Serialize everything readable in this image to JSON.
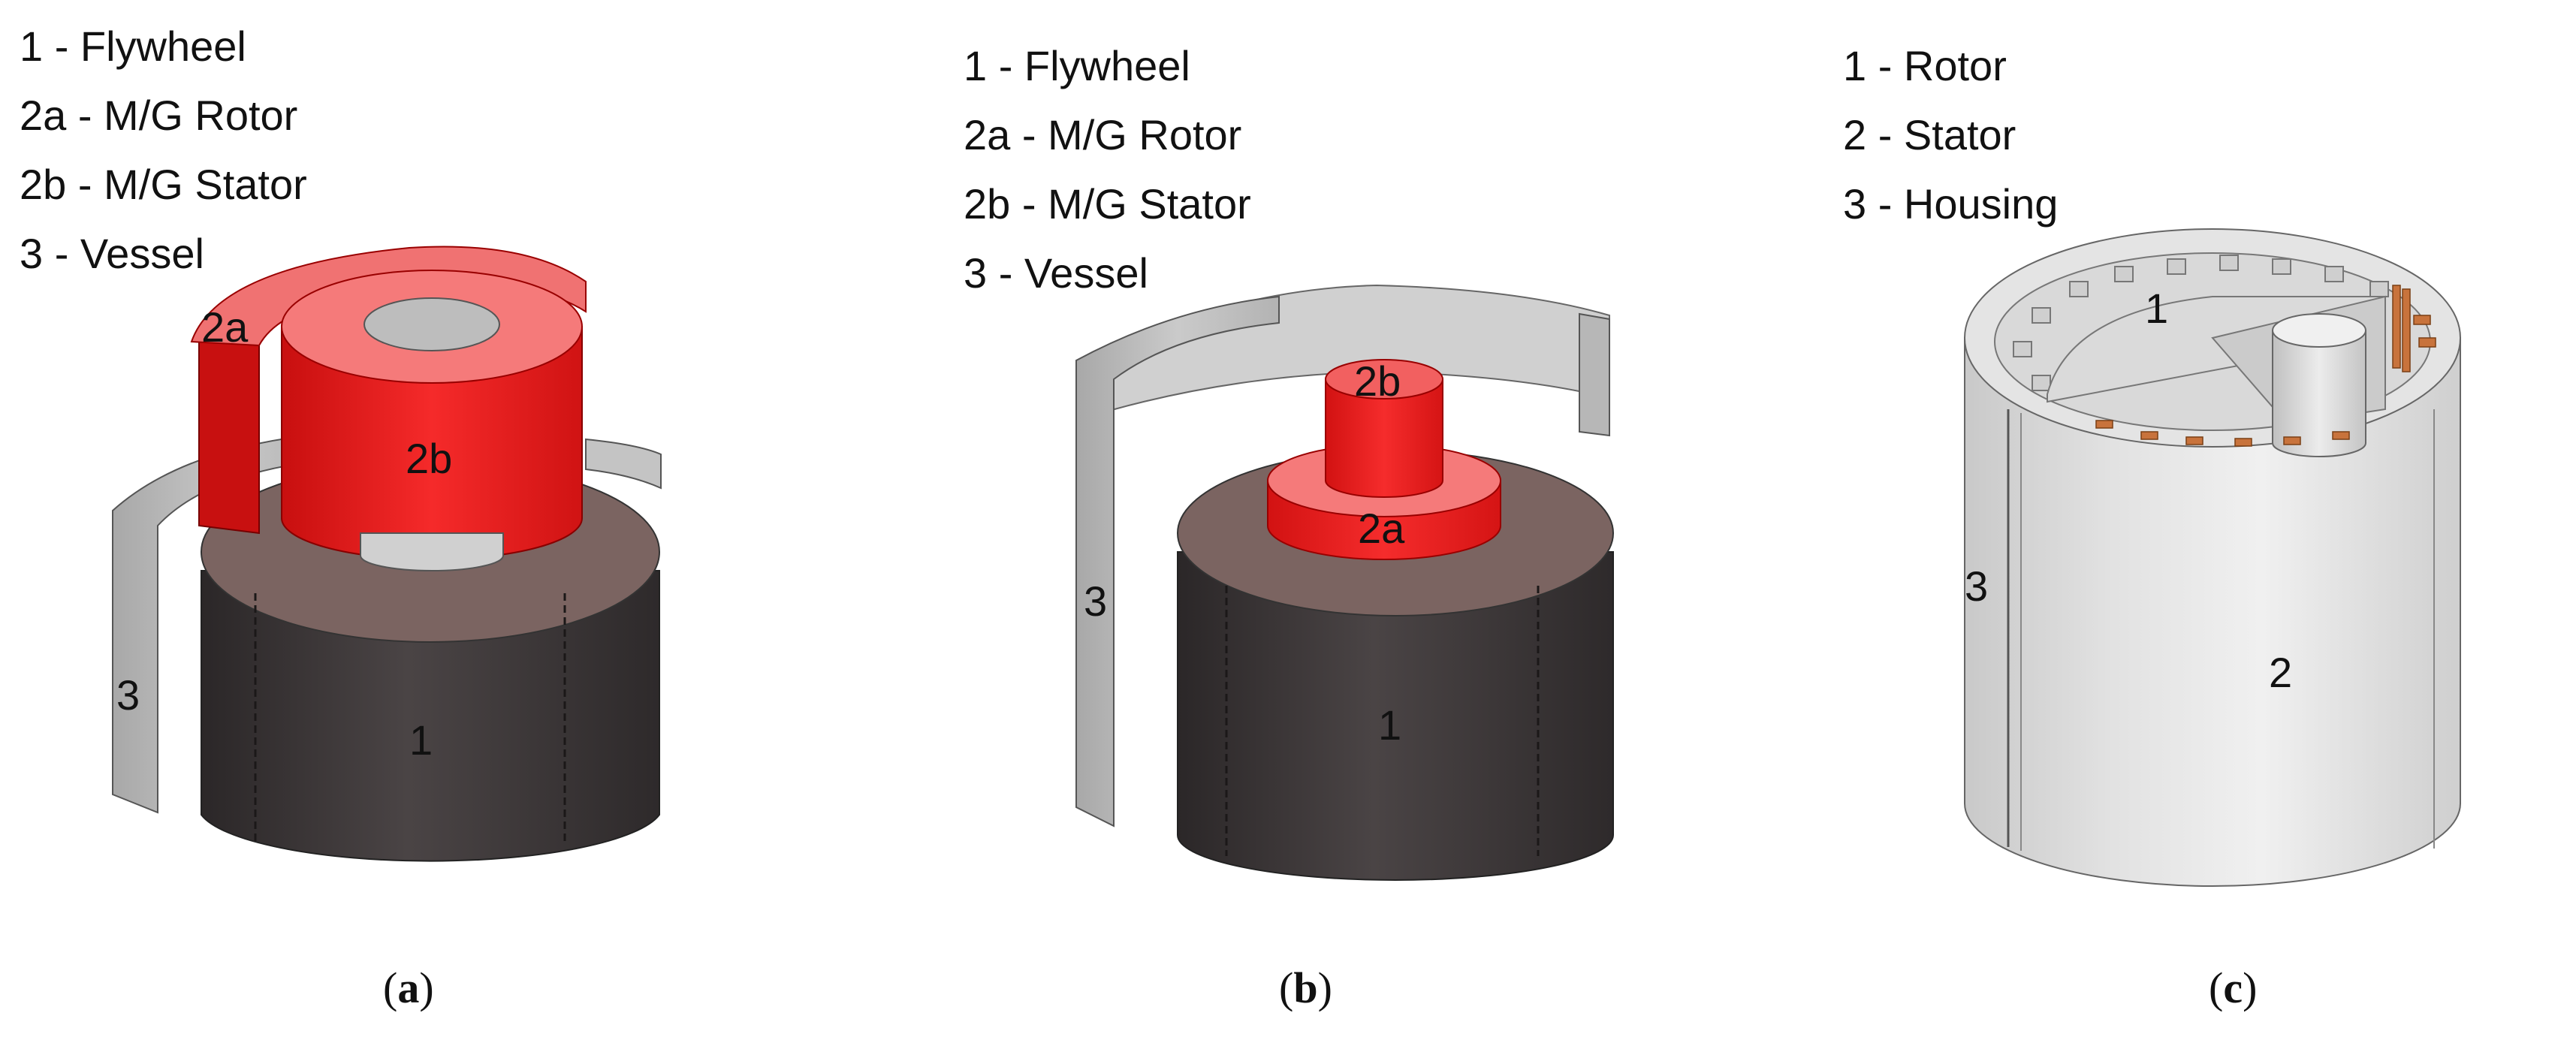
{
  "panels": [
    {
      "id": "a",
      "legend": [
        "1 - Flywheel",
        "2a - M/G Rotor",
        "2b - M/G Stator",
        "3 - Vessel"
      ],
      "labels": {
        "flywheel": "1",
        "rotor": "2a",
        "stator": "2b",
        "vessel": "3"
      },
      "caption_letter": "a"
    },
    {
      "id": "b",
      "legend": [
        "1 - Flywheel",
        "2a - M/G Rotor",
        "2b - M/G Stator",
        "3 - Vessel"
      ],
      "labels": {
        "flywheel": "1",
        "rotor": "2a",
        "stator": "2b",
        "vessel": "3"
      },
      "caption_letter": "b"
    },
    {
      "id": "c",
      "legend": [
        "1 - Rotor",
        "2 - Stator",
        "3 - Housing"
      ],
      "labels": {
        "rotor": "1",
        "stator": "2",
        "housing": "3"
      },
      "caption_letter": "c"
    }
  ],
  "colors": {
    "flywheel_side": "#3a3536",
    "flywheel_top": "#7d6563",
    "motor_red": "#f01818",
    "motor_red_light": "#f57a7a",
    "vessel_grey": "#b9b9b9",
    "housing_grey": "#dcdcdc",
    "winding_copper": "#c8733c"
  }
}
